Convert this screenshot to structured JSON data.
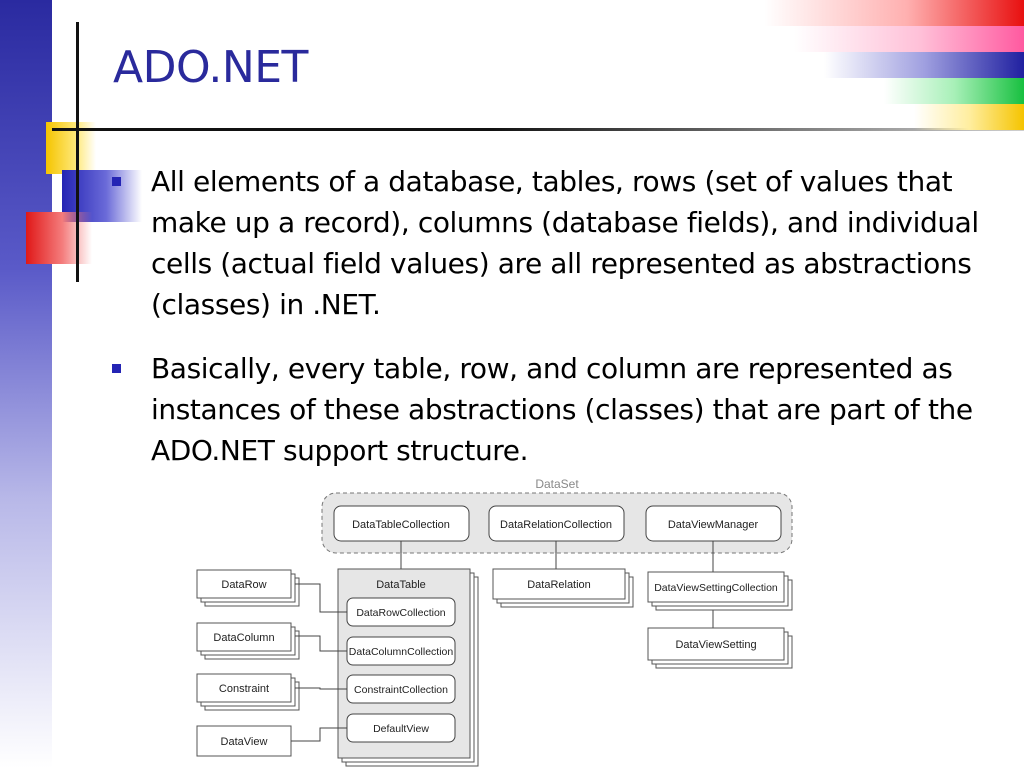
{
  "slide": {
    "title": "ADO.NET",
    "bullets": [
      "All elements of a database, tables, rows (set of values that make up a record), columns (database fields), and individual cells (actual field values) are all represented as abstractions (classes) in .NET.",
      "Basically, every table, row, and column are represented as instances of these abstractions (classes) that are part of the ADO.NET support structure."
    ]
  },
  "diagram": {
    "container_label": "DataSet",
    "collections": [
      "DataTableCollection",
      "DataRelationCollection",
      "DataViewManager"
    ],
    "table": {
      "label": "DataTable",
      "members": [
        "DataRowCollection",
        "DataColumnCollection",
        "ConstraintCollection",
        "DefaultView"
      ]
    },
    "table_items": [
      "DataRow",
      "DataColumn",
      "Constraint",
      "DataView"
    ],
    "relation": "DataRelation",
    "view_setting_collection": "DataViewSettingCollection",
    "view_setting": "DataViewSetting"
  }
}
